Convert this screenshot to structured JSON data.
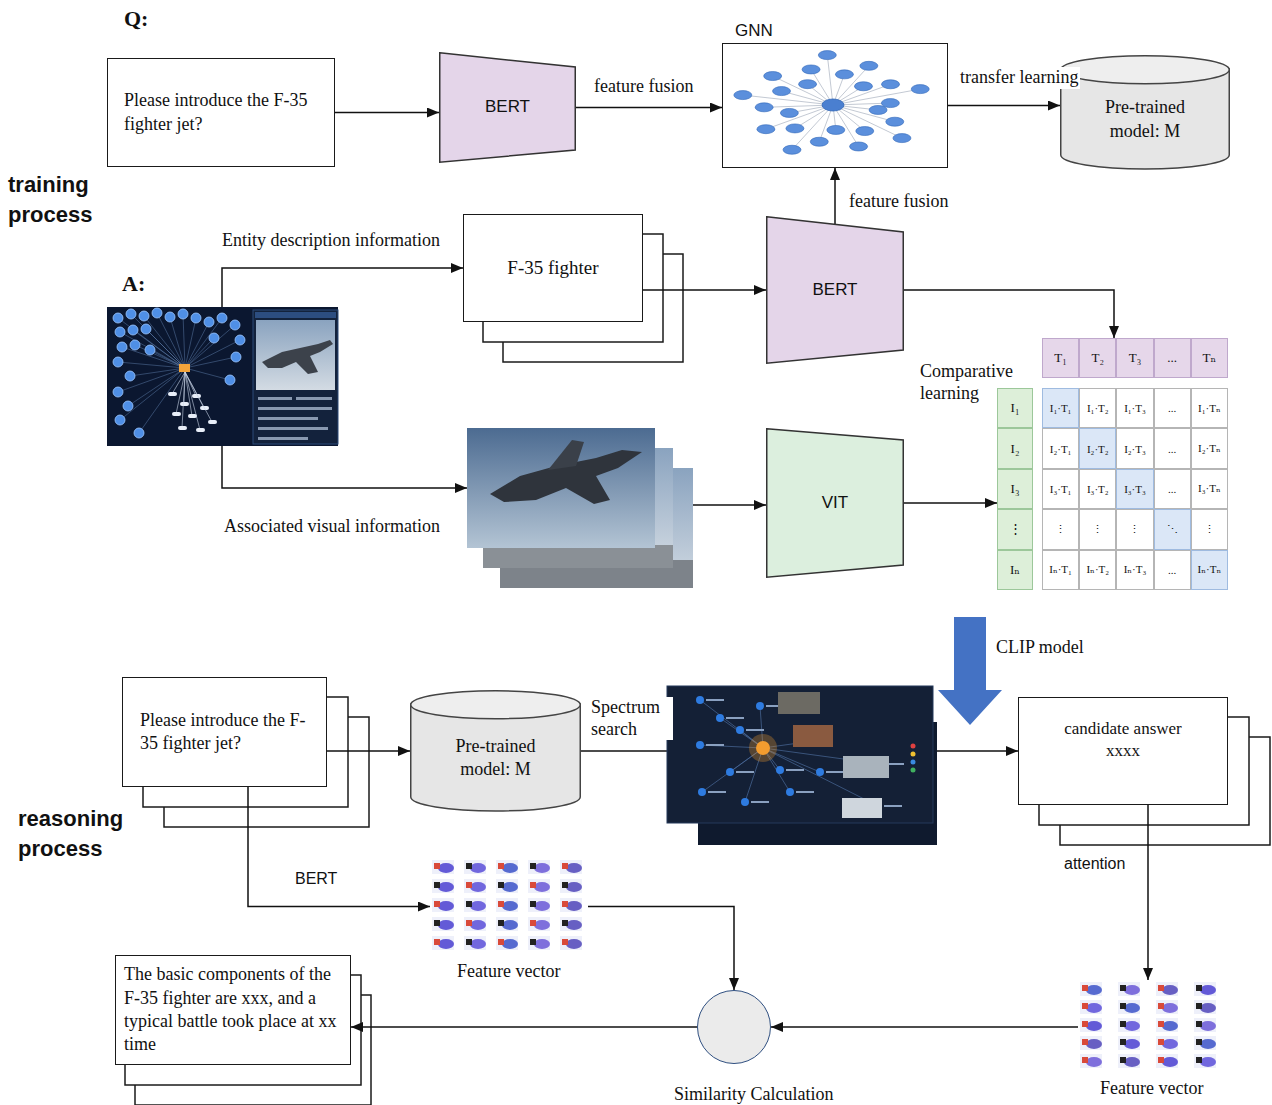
{
  "diagram": {
    "nodes": [
      {
        "text": [
          "Please introduce the F-35 fighter jet?"
        ]
      },
      {
        "text": [
          "BERT"
        ]
      },
      {
        "text": [
          "GNN"
        ]
      },
      {
        "text": [
          "Pre-trained model: M"
        ]
      },
      {
        "text": [
          "F-35 fighter"
        ]
      },
      {
        "text": [
          "BERT"
        ]
      },
      {
        "text": [
          "Comparative learning"
        ]
      },
      {
        "text": [
          "VIT"
        ]
      },
      {
        "text": [
          "Please introduce the F-35 fighter jet?"
        ]
      },
      {
        "text": [
          "Pre-trained model: M"
        ]
      },
      {
        "text": [
          "candidate answer xxxx"
        ]
      },
      {
        "text": [
          "Feature vector"
        ]
      },
      {
        "text": [
          "Similarity Calculation"
        ]
      },
      {
        "text": [
          "The basic components of the F-35 fighter are xxx, and a typical battle took place at xx time"
        ]
      },
      {
        "text": [
          "Feature vector"
        ]
      }
    ],
    "edges": [
      {
        "from": 0,
        "to": 1,
        "arrow": "to"
      },
      {
        "from": 1,
        "to": 2,
        "label": "feature fusion",
        "arrow": "to"
      },
      {
        "from": 2,
        "to": 3,
        "label": "transfer learning",
        "arrow": "to"
      },
      {
        "from": 4,
        "to": 5,
        "arrow": "to"
      },
      {
        "from": 5,
        "to": 2,
        "label": "feature fusion",
        "arrow": "to"
      },
      {
        "from": 5,
        "to": 6,
        "arrow": "to"
      },
      {
        "from": 7,
        "to": 6,
        "arrow": "to"
      },
      {
        "from": 6,
        "to": 10,
        "label": "CLIP model",
        "arrow": "to"
      },
      {
        "from": 8,
        "to": 9,
        "arrow": "to"
      },
      {
        "from": 9,
        "to": 10,
        "label": "Spectrum search",
        "arrow": "to"
      },
      {
        "from": 8,
        "to": 11,
        "label": "BERT",
        "arrow": "to"
      },
      {
        "from": 10,
        "to": 14,
        "label": "attention",
        "arrow": "to"
      },
      {
        "from": 11,
        "to": 12,
        "arrow": "to"
      },
      {
        "from": 14,
        "to": 12,
        "arrow": "to"
      },
      {
        "from": 12,
        "to": 13,
        "arrow": "to"
      }
    ],
    "labels": [
      "Q:",
      "training process",
      "Entity description information",
      "A:",
      "Associated visual information",
      "reasoning process",
      "T₁",
      "T₂",
      "T₃",
      "...",
      "Tₙ",
      "I₁",
      "I₂",
      "I₃",
      "⋮",
      "Iₙ",
      "I₁·T₁",
      "I₁·T₂",
      "I₁·T₃",
      "...",
      "I₁·Tₙ",
      "I₂·T₁",
      "I₂·T₂",
      "I₂·T₃",
      "...",
      "I₂·Tₙ",
      "I₃·T₁",
      "I₃·T₂",
      "I₃·T₃",
      "...",
      "I₃·Tₙ",
      "⋮",
      "⋮",
      "⋮",
      "⋱",
      "⋮",
      "Iₙ·T₁",
      "Iₙ·T₂",
      "Iₙ·T₃",
      "...",
      "Iₙ·Tₙ"
    ]
  }
}
